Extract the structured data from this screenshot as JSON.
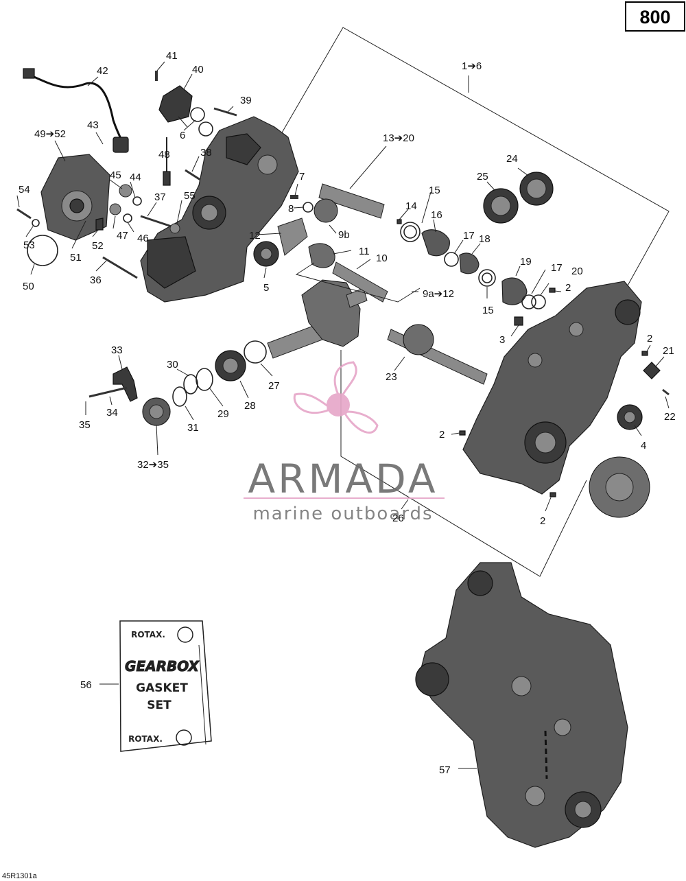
{
  "page_code": "800",
  "figure_id": "45R1301a",
  "watermark": {
    "brand": "ARMADA",
    "tagline": "marine outboards",
    "logo_color": "#e6a6c8"
  },
  "package": {
    "brand": "ROTAX.",
    "line1": "GEARBOX",
    "line2": "GASKET",
    "line3": "SET"
  },
  "callouts": {
    "c1_6": "1➔6",
    "c2a": "2",
    "c2b": "2",
    "c2c": "2",
    "c2d": "2",
    "c3": "3",
    "c4": "4",
    "c5": "5",
    "c6": "6",
    "c7": "7",
    "c8": "8",
    "c9a_12": "9a➔12",
    "c9b": "9b",
    "c10": "10",
    "c11": "11",
    "c12": "12",
    "c13_20": "13➔20",
    "c14": "14",
    "c15a": "15",
    "c15b": "15",
    "c16": "16",
    "c17a": "17",
    "c17b": "17",
    "c18": "18",
    "c19": "19",
    "c20": "20",
    "c21": "21",
    "c22": "22",
    "c23": "23",
    "c24": "24",
    "c25": "25",
    "c26": "26",
    "c27": "27",
    "c28": "28",
    "c29": "29",
    "c30": "30",
    "c31": "31",
    "c32_35": "32➔35",
    "c33": "33",
    "c34": "34",
    "c35": "35",
    "c36": "36",
    "c37": "37",
    "c38": "38",
    "c39": "39",
    "c40": "40",
    "c41": "41",
    "c42": "42",
    "c43": "43",
    "c44": "44",
    "c45": "45",
    "c46": "46",
    "c47": "47",
    "c48": "48",
    "c49_52": "49➔52",
    "c50": "50",
    "c51": "51",
    "c52": "52",
    "c53": "53",
    "c54": "54",
    "c55": "55",
    "c56": "56",
    "c57": "57"
  }
}
